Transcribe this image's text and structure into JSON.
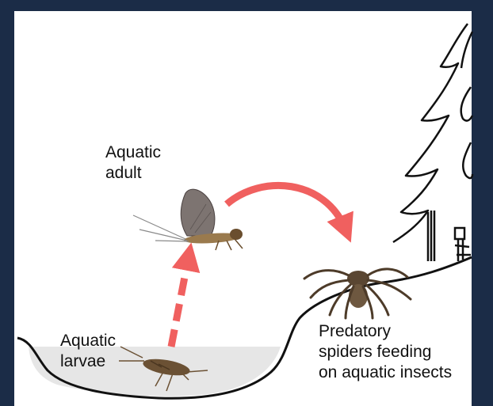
{
  "labels": {
    "aquatic_adult_line1": "Aquatic",
    "aquatic_adult_line2": "adult",
    "aquatic_larvae_line1": "Aquatic",
    "aquatic_larvae_line2": "larvae",
    "spiders_line1": "Predatory",
    "spiders_line2": "spiders feeding",
    "spiders_line3": "on aquatic insects"
  },
  "colors": {
    "background_frame": "#1b2c47",
    "panel": "#ffffff",
    "arrow": "#f0605f",
    "water": "#e6e6e6",
    "ink": "#111111"
  },
  "icons": [
    "mayfly-adult-icon",
    "larva-icon",
    "spider-icon",
    "tree-icon",
    "tree-trunk-icon"
  ]
}
